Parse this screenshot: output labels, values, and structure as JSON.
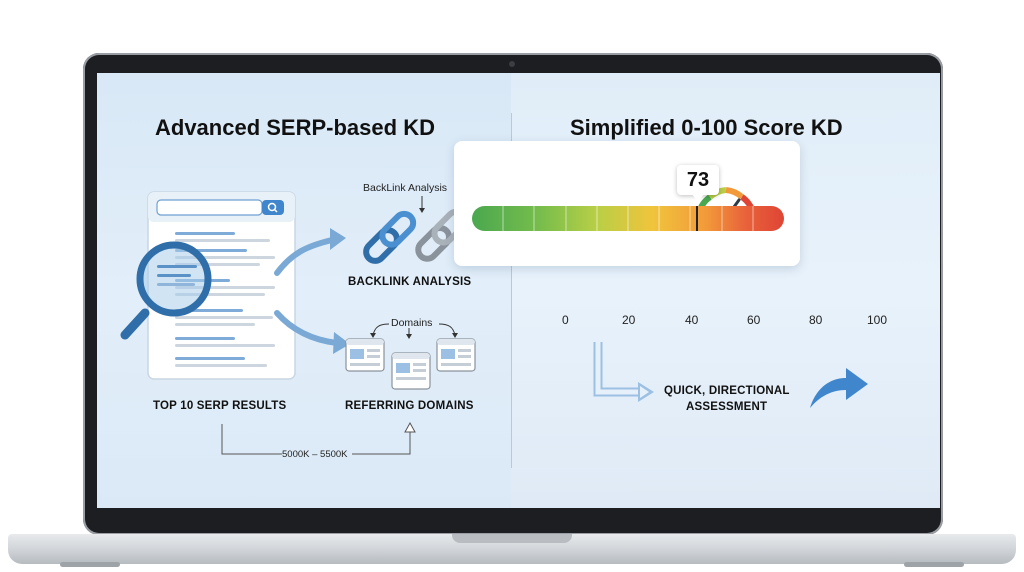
{
  "left_panel": {
    "title": "Advanced SERP-based KD",
    "backlink_note": "BackLink Analysis",
    "backlink_caption": "BACKLINK ANALYSIS",
    "domains_note": "Domains",
    "serp_caption": "TOP 10 SERP RESULTS",
    "referring_caption": "REFERRING DOMAINS",
    "range_label": "5000K – 5500K"
  },
  "right_panel": {
    "title": "Simplified 0-100 Score KD",
    "score": "73",
    "score_value": 73,
    "scale": {
      "min": 0,
      "max": 100,
      "ticks": [
        "0",
        "20",
        "40",
        "60",
        "80",
        "100"
      ]
    },
    "assessment_line1": "QUICK, DIRECTIONAL",
    "assessment_line2": "ASSESSMENT"
  },
  "colors": {
    "accent_blue": "#3f86cc",
    "chain_blue": "#4a8fd0",
    "chain_gray": "#9aa3ad",
    "scale_low": "#4aa84f",
    "scale_mid": "#f0c43c",
    "scale_high": "#df4535"
  },
  "icons": [
    "magnifier-icon",
    "search-icon",
    "chain-link-icon",
    "browser-window-icon",
    "gauge-icon",
    "curved-arrow-icon"
  ]
}
